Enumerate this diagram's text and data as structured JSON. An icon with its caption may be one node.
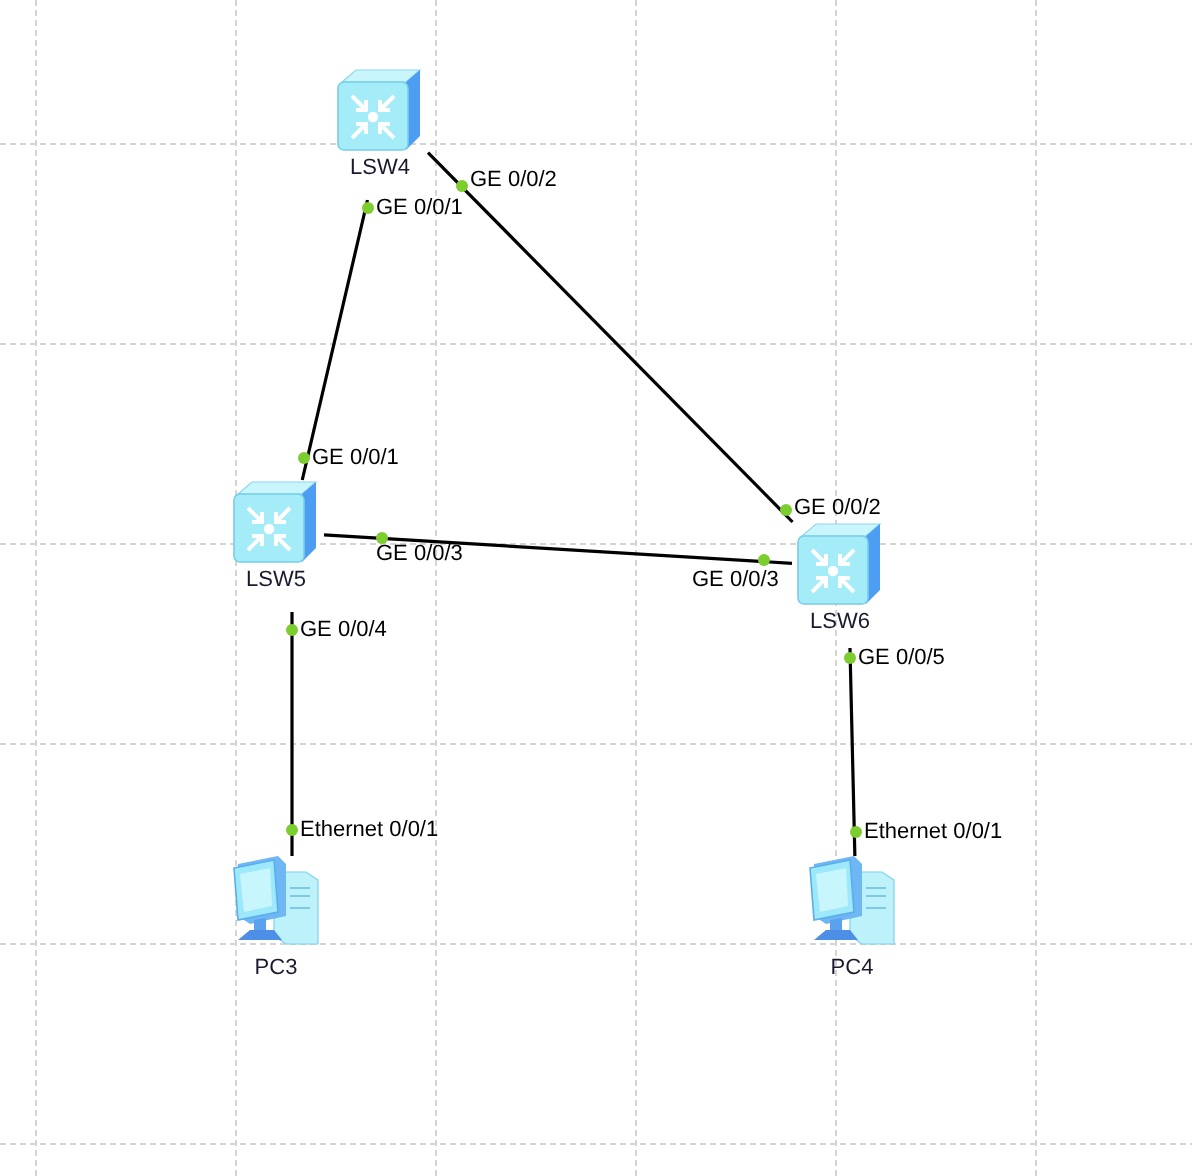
{
  "diagram": {
    "nodes": [
      {
        "text": [
          "LSW4"
        ]
      },
      {
        "text": [
          "LSW5"
        ]
      },
      {
        "text": [
          "LSW6"
        ]
      },
      {
        "text": [
          "PC3"
        ]
      },
      {
        "text": [
          "PC4"
        ]
      }
    ],
    "edges": [
      {
        "from": 0,
        "to": 1,
        "arrow": "none"
      },
      {
        "from": 0,
        "to": 2,
        "arrow": "none"
      },
      {
        "from": 1,
        "to": 2,
        "arrow": "none"
      },
      {
        "from": 1,
        "to": 3,
        "arrow": "none"
      },
      {
        "from": 2,
        "to": 4,
        "arrow": "none"
      }
    ],
    "labels": [
      "GE 0/0/2",
      "GE 0/0/1",
      "GE 0/0/1",
      "GE 0/0/2",
      "GE 0/0/3",
      "GE 0/0/3",
      "GE 0/0/4",
      "GE 0/0/5",
      "Ethernet 0/0/1",
      "Ethernet 0/0/1"
    ]
  }
}
